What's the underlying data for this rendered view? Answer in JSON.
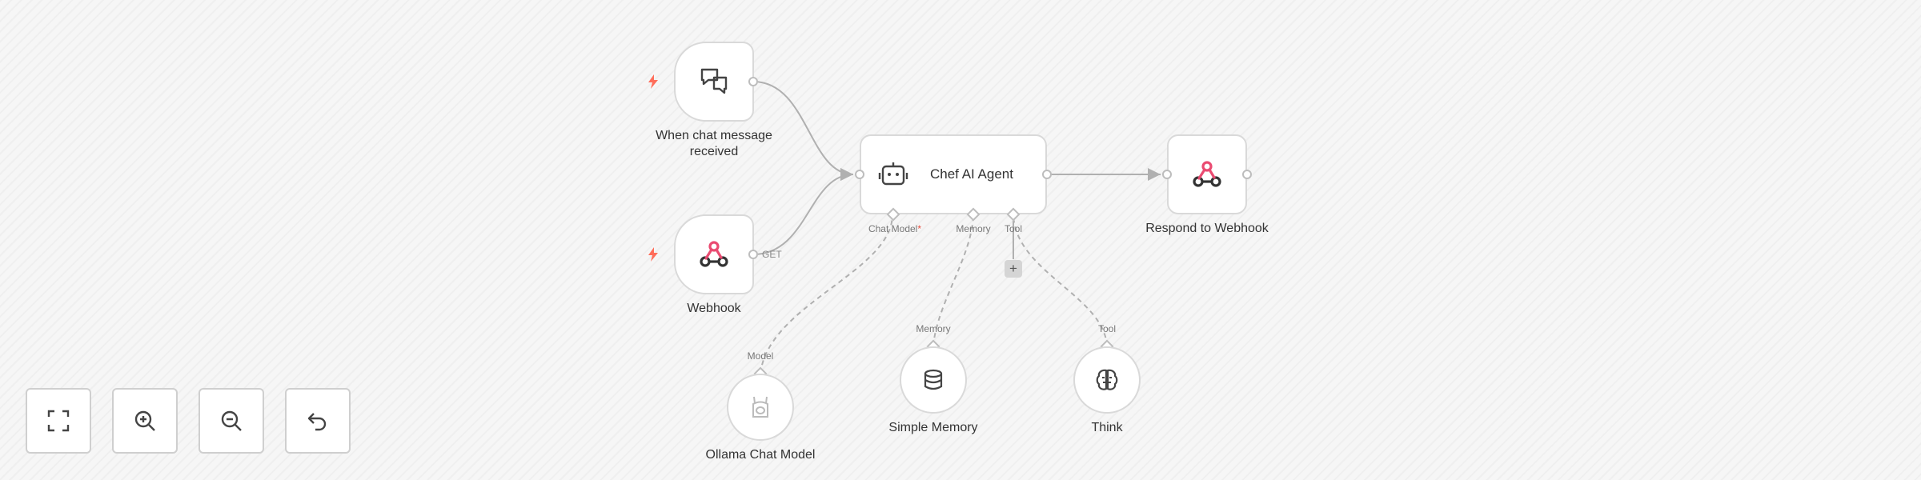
{
  "nodes": {
    "chat_trigger": {
      "label": "When chat message\nreceived"
    },
    "webhook": {
      "label": "Webhook",
      "method": "GET"
    },
    "agent": {
      "title": "Chef AI Agent",
      "ports": {
        "chat_model": "Chat Model",
        "required_mark": "*",
        "memory": "Memory",
        "tool": "Tool"
      }
    },
    "respond": {
      "label": "Respond to Webhook"
    },
    "ollama": {
      "label": "Ollama Chat Model",
      "port": "Model"
    },
    "memory": {
      "label": "Simple Memory",
      "port": "Memory"
    },
    "think": {
      "label": "Think",
      "port": "Tool"
    }
  },
  "add_tool_symbol": "+",
  "controls": [
    {
      "icon": "fit-view-icon"
    },
    {
      "icon": "zoom-in-icon"
    },
    {
      "icon": "zoom-out-icon"
    },
    {
      "icon": "undo-icon"
    }
  ],
  "colors": {
    "background": "#f6f6f6",
    "node_border": "#d9d9d9",
    "edge": "#b0b0b0",
    "trigger_bolt": "#ff6d5a",
    "webhook_red": "#ea4b71",
    "text": "#333333"
  }
}
